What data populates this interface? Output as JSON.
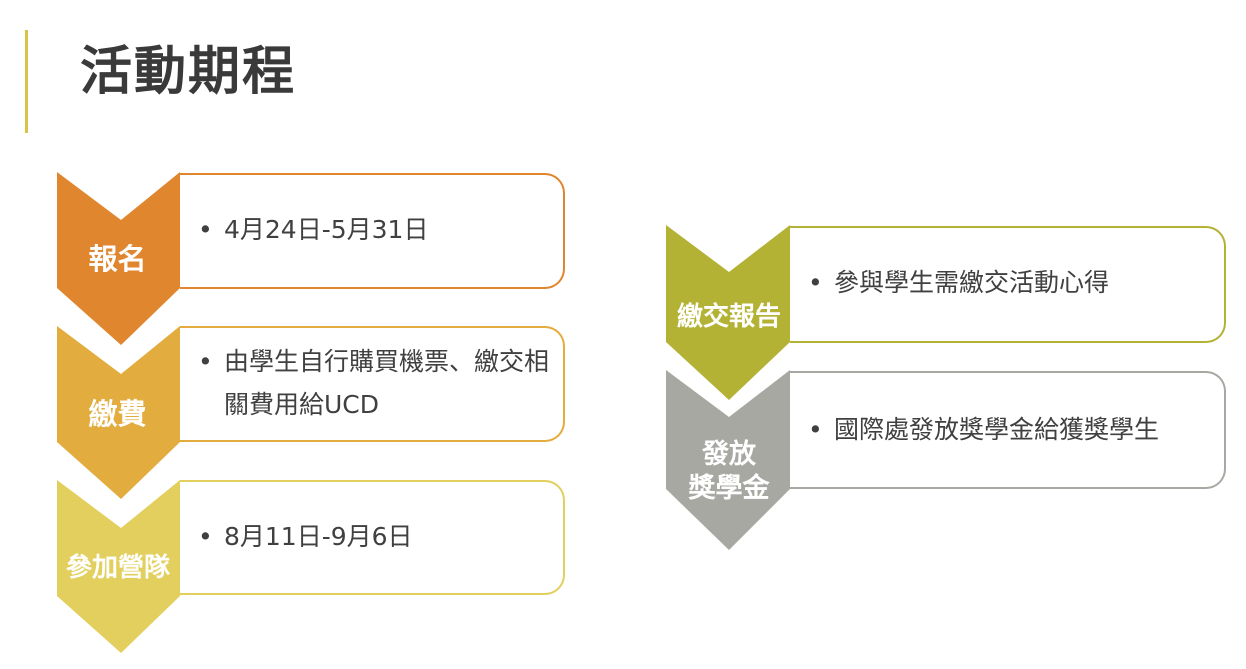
{
  "title": "活動期程",
  "colors": {
    "stage1": "#e0862f",
    "stage2": "#e3ac3f",
    "stage3": "#e3cf5e",
    "stage4": "#b3b234",
    "stage5": "#a8a8a3",
    "accent": "#d9c44a"
  },
  "stages": [
    {
      "label": "報名",
      "bullet": "•",
      "text": "4月24日-5月31日"
    },
    {
      "label": "繳費",
      "bullet": "•",
      "text": "由學生自行購買機票、繳交相關費用給UCD"
    },
    {
      "label": "參加營隊",
      "bullet": "•",
      "text": "8月11日-9月6日"
    },
    {
      "label": "繳交報告",
      "bullet": "•",
      "text": "參與學生需繳交活動心得"
    },
    {
      "label_line1": "發放",
      "label_line2": "獎學金",
      "bullet": "•",
      "text": "國際處發放獎學金給獲獎學生"
    }
  ]
}
